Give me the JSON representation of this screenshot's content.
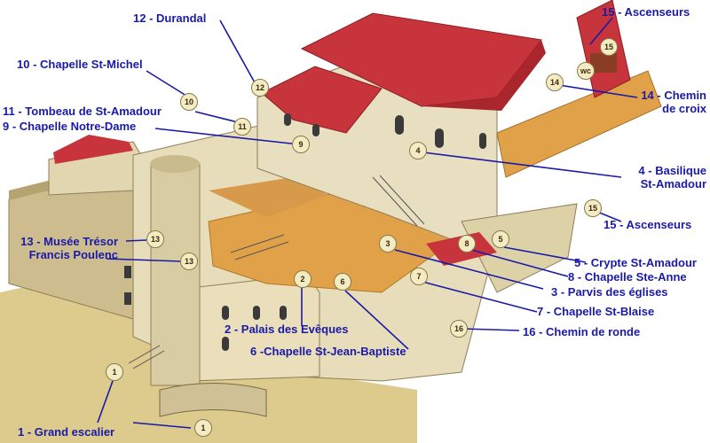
{
  "labels": {
    "grand_escalier": "1 - Grand escalier",
    "palais_eveques": "2 - Palais des Evêques",
    "parvis": "3 - Parvis des églises",
    "basilique_line1": "4 - Basilique",
    "basilique_line2": "St-Amadour",
    "crypte": "5 - Crypte St-Amadour",
    "st_jean_baptiste": "6 -Chapelle St-Jean-Baptiste",
    "st_blaise": "7 -  Chapelle St-Blaise",
    "ste_anne": "8 - Chapelle Ste-Anne",
    "notre_dame": "9 - Chapelle Notre-Dame",
    "st_michel": "10 - Chapelle St-Michel",
    "tombeau": "11 - Tombeau de St-Amadour",
    "durandal": "12 - Durandal",
    "musee_line1": "13 - Musée Trésor",
    "musee_line2": "Francis Poulenc",
    "chemin_croix_line1": "14 - Chemin",
    "chemin_croix_line2": "de croix",
    "ascenseurs_top": "15 - Ascenseurs",
    "ascenseurs_right": "15 - Ascenseurs",
    "chemin_ronde": "16 - Chemin de ronde"
  },
  "badges": {
    "b1a": "1",
    "b1b": "1",
    "b2": "2",
    "b3": "3",
    "b4": "4",
    "b5": "5",
    "b6": "6",
    "b7": "7",
    "b8": "8",
    "b9": "9",
    "b10": "10",
    "b11": "11",
    "b12": "12",
    "b13a": "13",
    "b13b": "13",
    "b14": "14",
    "b15a": "15",
    "b15b": "15",
    "b16": "16",
    "wc": "wc"
  },
  "colors": {
    "label_text": "#1a1aa8",
    "leader_line": "#1a1aa8",
    "roof_red": "#c8343c",
    "stone": "#e7ddba",
    "terrace_orange": "#e0a148"
  }
}
